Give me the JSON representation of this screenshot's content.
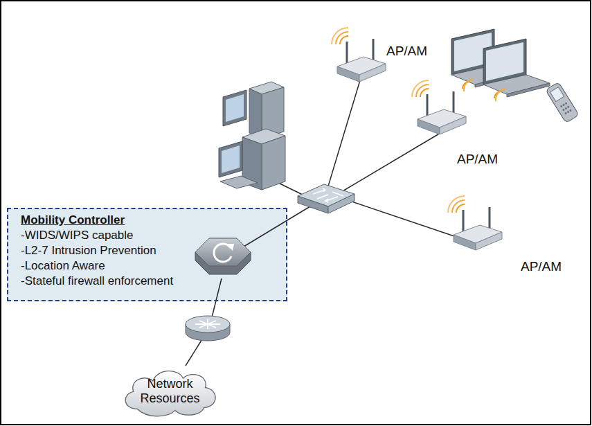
{
  "diagram": {
    "nodes": [
      {
        "text": [
          "Mobility Controller",
          "-WIDS/WIPS capable",
          "-L2-7 Intrusion Prevention",
          "-Location Aware",
          "-Stateful firewall enforcement"
        ]
      },
      {
        "text": [
          "Network Resources"
        ]
      }
    ],
    "labels": [
      "AP/AM",
      "AP/AM",
      "AP/AM"
    ]
  }
}
